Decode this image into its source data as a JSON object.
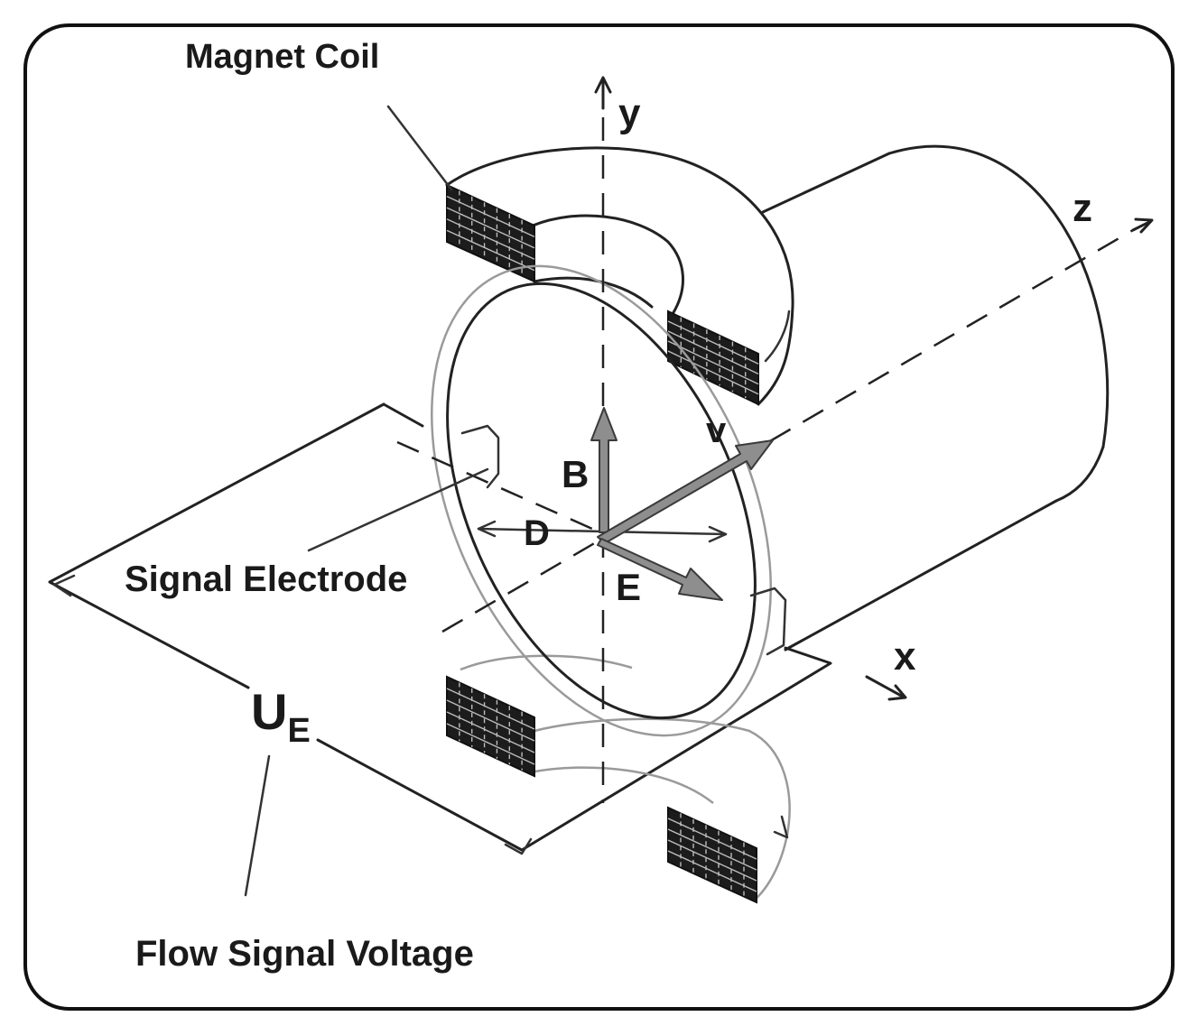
{
  "labels": {
    "magnet_coil": "Magnet Coil",
    "axis_y": "y",
    "axis_z": "z",
    "axis_x": "x",
    "vector_v": "v",
    "vector_b": "B",
    "dimension_d": "D",
    "vector_e": "E",
    "signal_electrode": "Signal Electrode",
    "voltage_symbol": "U",
    "voltage_subscript": "E",
    "flow_signal_voltage": "Flow Signal Voltage"
  },
  "colors": {
    "line": "#222222",
    "coil_fill": "#1c1c1c",
    "vector_fill": "#8e8e8e",
    "light_line": "#9a9a9a"
  }
}
